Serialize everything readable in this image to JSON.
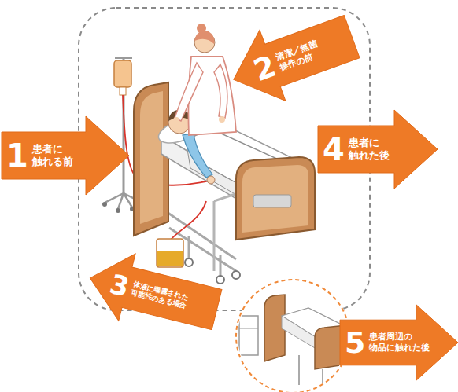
{
  "diagram": {
    "nodes": [
      {
        "text": [
          "1",
          "患者に 触れる前"
        ]
      },
      {
        "text": [
          "2",
          "清潔／無菌 操作の前"
        ]
      },
      {
        "text": [
          "3",
          "体液に曝露された 可能性のある場合"
        ]
      },
      {
        "text": [
          "4",
          "患者に 触れた後"
        ]
      },
      {
        "text": [
          "5",
          "患者周辺の 物品に触れた後"
        ]
      }
    ]
  }
}
